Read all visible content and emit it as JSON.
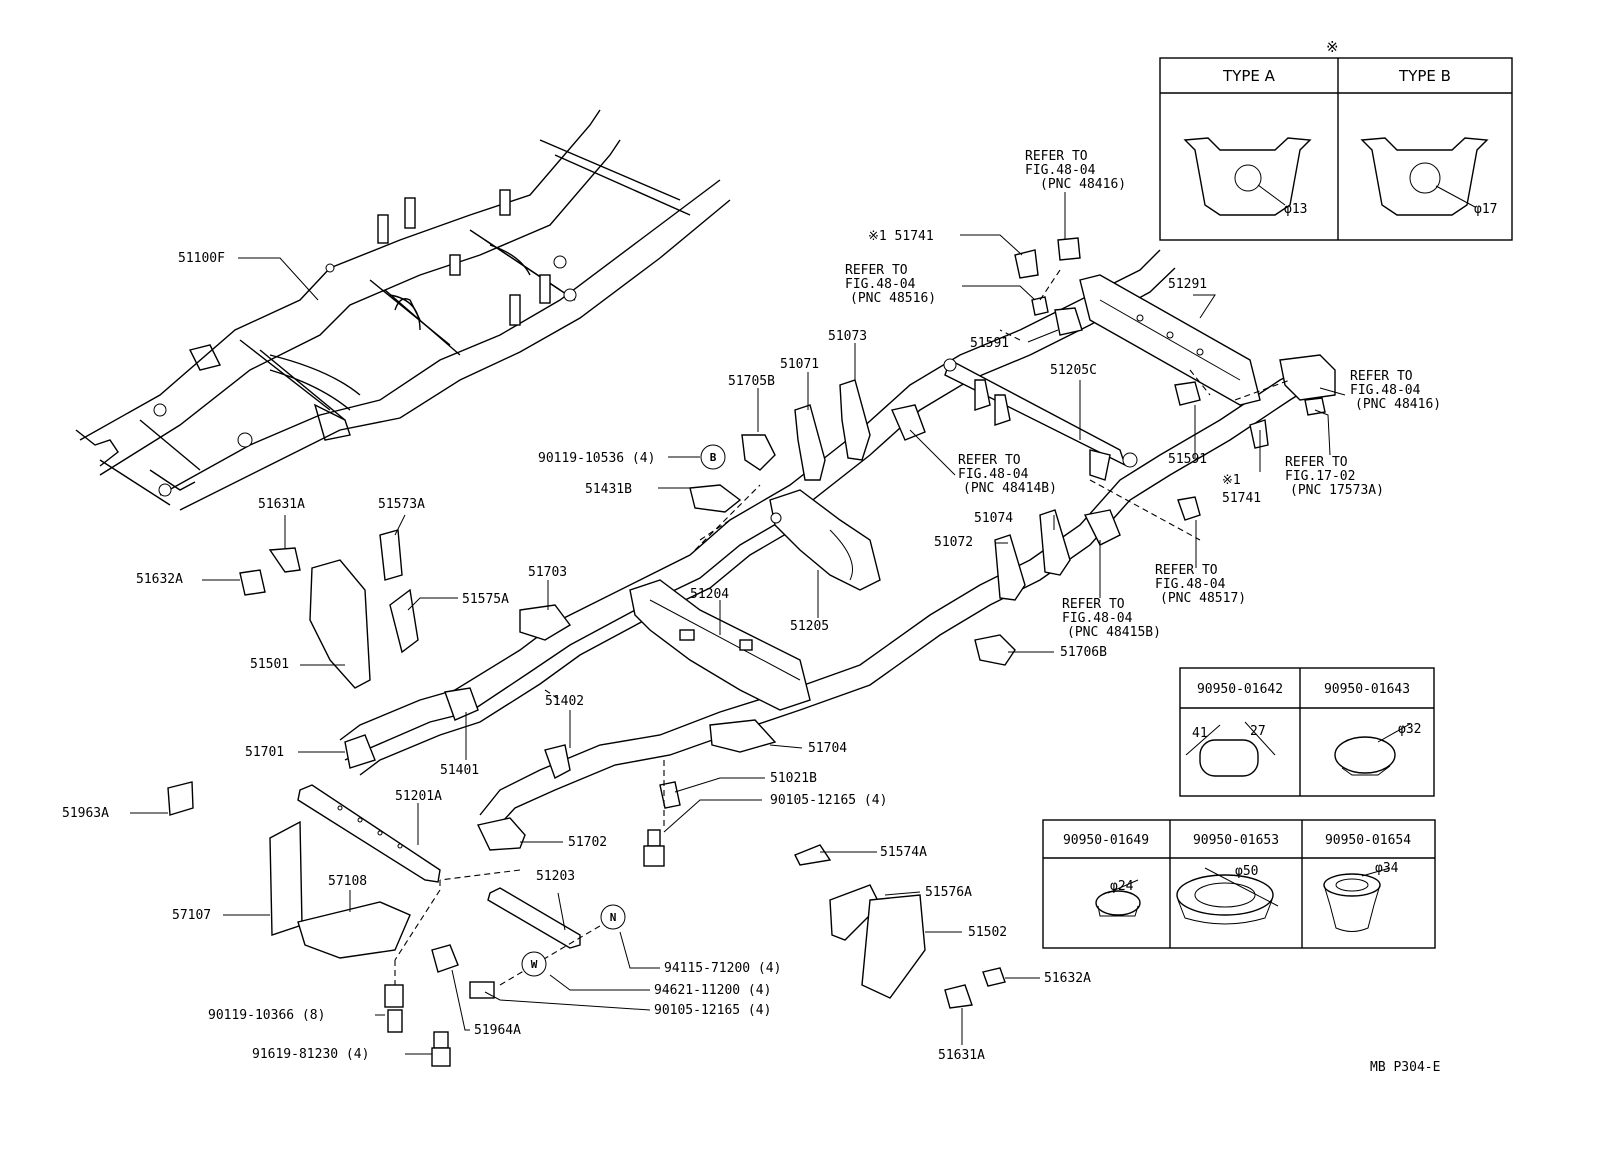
{
  "diagram_code": "MB P304-E",
  "inset_type": {
    "symbol": "※",
    "type_a": "TYPE A",
    "type_b": "TYPE B",
    "dim_a": "φ13",
    "dim_b": "φ17"
  },
  "plugs_top": [
    {
      "part": "90950-01642",
      "dim1": "41",
      "dim2": "27"
    },
    {
      "part": "90950-01643",
      "dim": "φ32"
    }
  ],
  "plugs_bottom": [
    {
      "part": "90950-01649",
      "dim": "φ24"
    },
    {
      "part": "90950-01653",
      "dim": "φ50"
    },
    {
      "part": "90950-01654",
      "dim": "φ34"
    }
  ],
  "refer": {
    "r1": [
      "REFER TO",
      "FIG.48-04",
      "(PNC 48416)"
    ],
    "r2": [
      "REFER TO",
      "FIG.48-04",
      "(PNC 48516)"
    ],
    "r3": [
      "REFER TO",
      "FIG.48-04",
      "(PNC 48416)"
    ],
    "r4": [
      "REFER TO",
      "FIG.17-02",
      "(PNC 17573A)"
    ],
    "r5": [
      "REFER TO",
      "FIG.48-04",
      "(PNC 48414B)"
    ],
    "r6": [
      "REFER TO",
      "FIG.48-04",
      "(PNC 48517)"
    ],
    "r7": [
      "REFER TO",
      "FIG.48-04",
      "(PNC 48415B)"
    ]
  },
  "labels": {
    "p51100F": "51100F",
    "p51741_top": "※1 51741",
    "p51291": "51291",
    "p51591_a": "51591",
    "p51591_b": "51591",
    "p51205C": "51205C",
    "p51073": "51073",
    "p51071": "51071",
    "p51705B": "51705B",
    "p90119_10536": "90119-10536 (4)",
    "p51431B": "51431B",
    "p51741_b1": "※1",
    "p51741_b2": "51741",
    "p51631A_top": "51631A",
    "p51573A": "51573A",
    "p51632A_left": "51632A",
    "p51575A": "51575A",
    "p51703": "51703",
    "p51204": "51204",
    "p51205": "51205",
    "p51074": "51074",
    "p51072": "51072",
    "p51706B": "51706B",
    "p51501": "51501",
    "p51701": "51701",
    "p51401": "51401",
    "p51402": "51402",
    "p51704": "51704",
    "p51021B": "51021B",
    "p90105_12165_a": "90105-12165 (4)",
    "p51963A": "51963A",
    "p51201A": "51201A",
    "p51702": "51702",
    "p51574A": "51574A",
    "p57108": "57108",
    "p51203": "51203",
    "p51576A": "51576A",
    "p57107": "57107",
    "p51502": "51502",
    "p94115": "94115-71200 (4)",
    "p94621": "94621-11200 (4)",
    "p90105_12165_b": "90105-12165 (4)",
    "p51632A_right": "51632A",
    "p90119_10366": "90119-10366 (8)",
    "p51964A": "51964A",
    "p91619": "91619-81230 (4)",
    "p51631A_bottom": "51631A"
  },
  "markers": {
    "b": "B",
    "n": "N",
    "w": "W"
  }
}
